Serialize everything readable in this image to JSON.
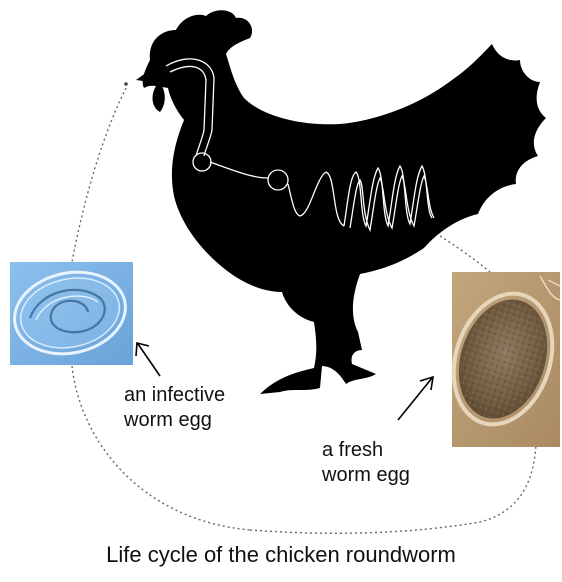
{
  "caption": "Life cycle of the chicken roundworm",
  "labels": {
    "infective": [
      "an infective",
      "worm egg"
    ],
    "fresh": [
      "a fresh",
      "worm egg"
    ]
  },
  "colors": {
    "chicken": "#000000",
    "infective_egg_background": "#7fb2e3",
    "fresh_egg_background": "#b89a72",
    "cycle_line": "#666666"
  },
  "icons": {
    "chicken": "chicken-silhouette",
    "infective_egg": "infective-worm-egg-micrograph",
    "fresh_egg": "fresh-worm-egg-micrograph"
  }
}
